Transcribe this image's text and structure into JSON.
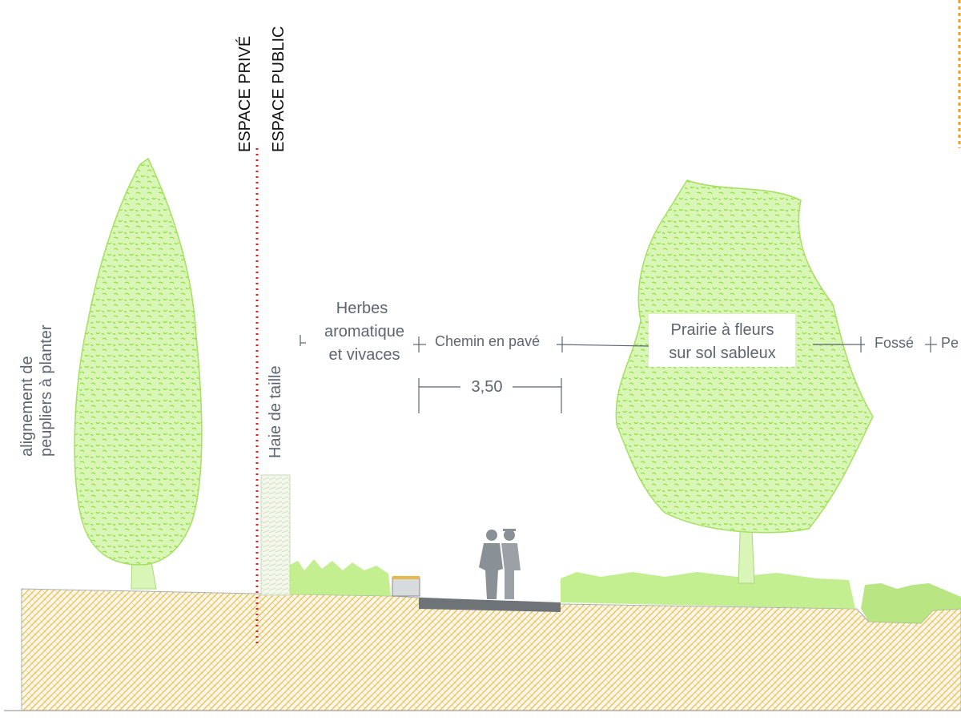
{
  "zones": {
    "private": "ESPACE PRIVÉ",
    "public": "ESPACE PUBLIC"
  },
  "labels": {
    "poplars_line1": "alignement de",
    "poplars_line2": "peupliers à planter",
    "hedge": "Haie de taille",
    "herbs_line1": "Herbes",
    "herbs_line2": "aromatique",
    "herbs_line3": "et vivaces",
    "path": "Chemin en pavé",
    "meadow_line1": "Prairie à fleurs",
    "meadow_line2": "sur sol sableux",
    "ditch": "Fossé",
    "cut_off": "Pe"
  },
  "dimension": "3,50",
  "colors": {
    "foliage_fill": "#d9f5b8",
    "foliage_line": "#8fe03a",
    "ground_hatch": "#e8b94a",
    "boundary_line": "#e02020",
    "paving": "#6e7378",
    "people": "#8a9196"
  }
}
